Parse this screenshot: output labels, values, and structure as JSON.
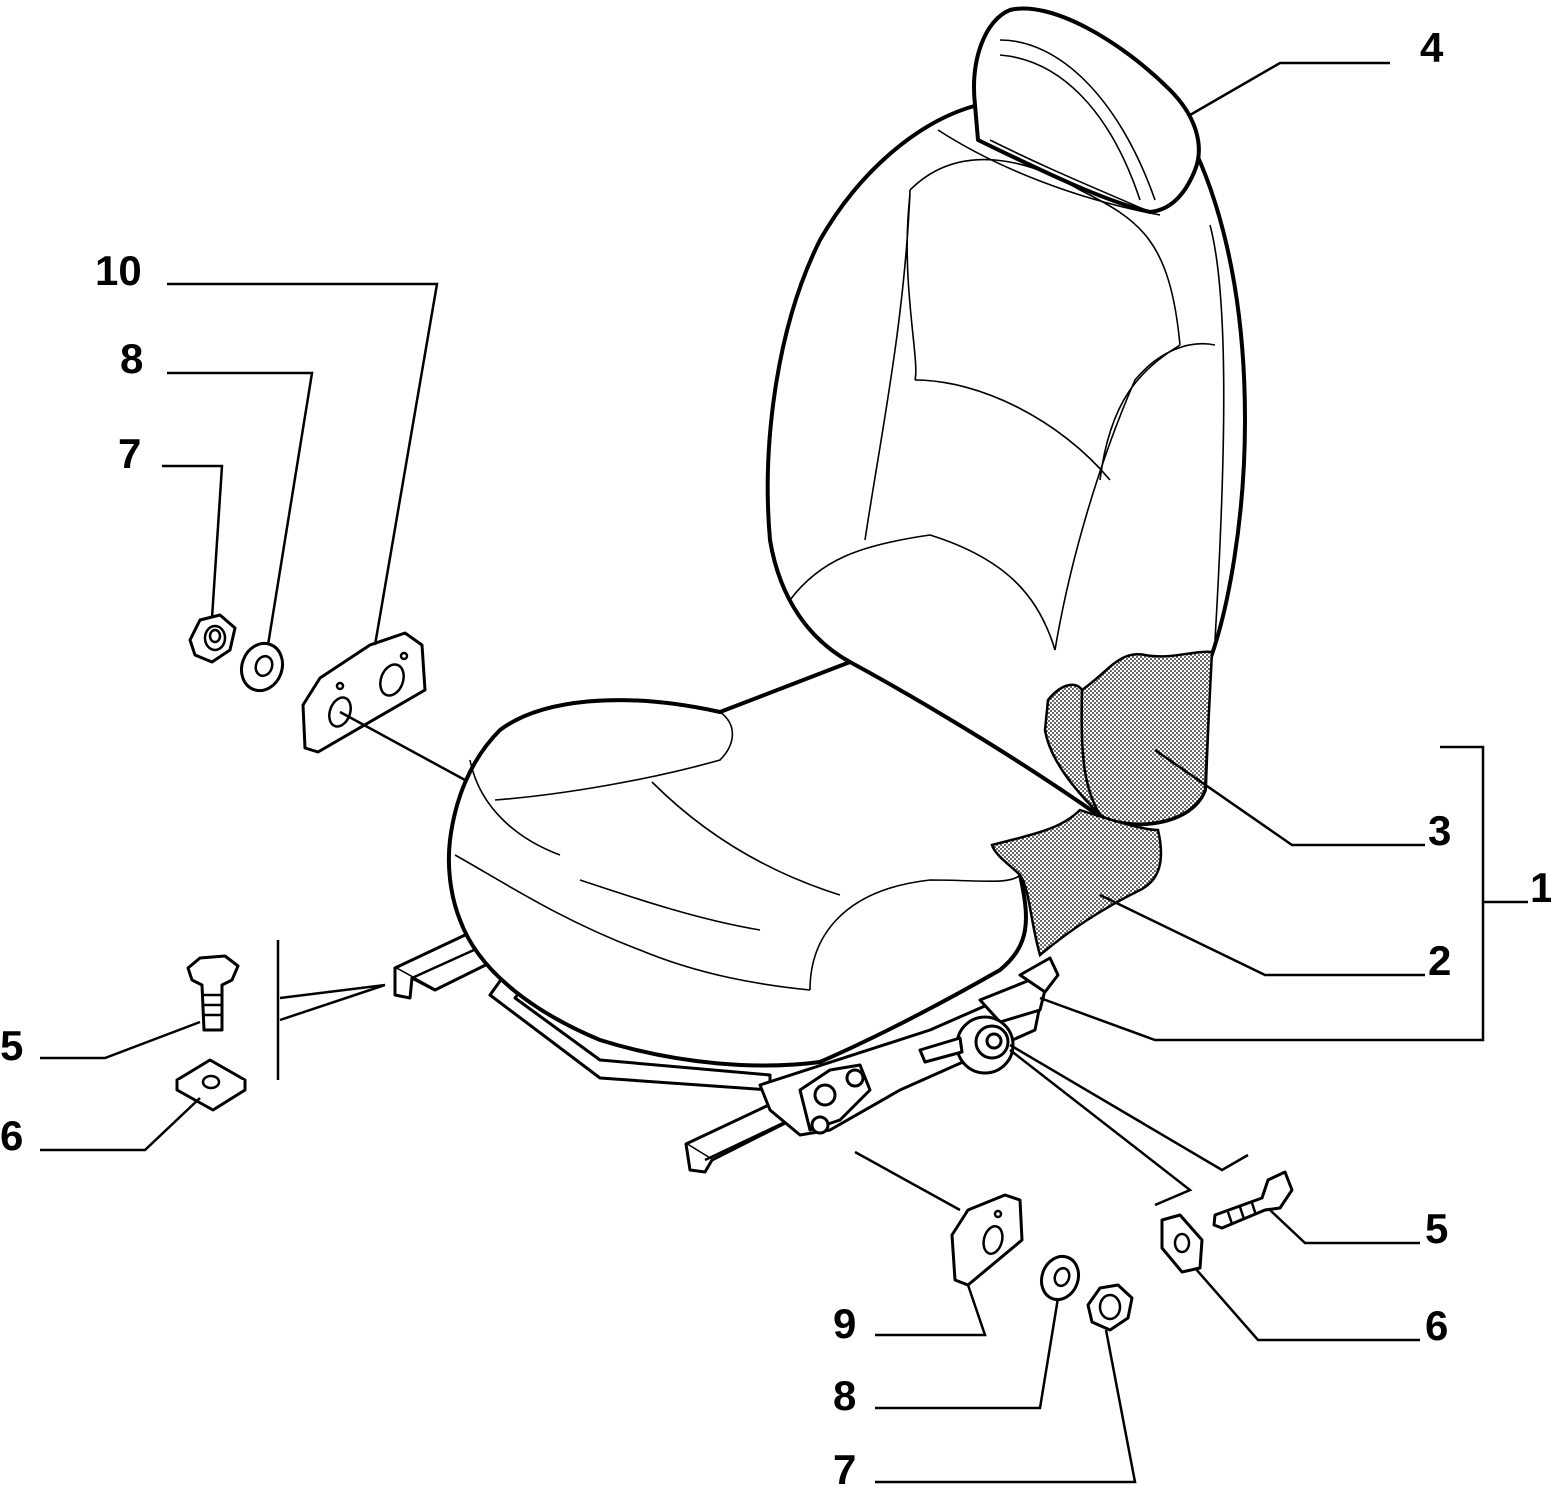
{
  "callouts": [
    {
      "id": "c4",
      "label": "4"
    },
    {
      "id": "c10",
      "label": "10"
    },
    {
      "id": "c8-top",
      "label": "8"
    },
    {
      "id": "c7-top",
      "label": "7"
    },
    {
      "id": "c3",
      "label": "3"
    },
    {
      "id": "c1",
      "label": "1"
    },
    {
      "id": "c2",
      "label": "2"
    },
    {
      "id": "c5-left",
      "label": "5"
    },
    {
      "id": "c6-left",
      "label": "6"
    },
    {
      "id": "c5-right",
      "label": "5"
    },
    {
      "id": "c6-right",
      "label": "6"
    },
    {
      "id": "c9",
      "label": "9"
    },
    {
      "id": "c8-bottom",
      "label": "8"
    },
    {
      "id": "c7-bottom",
      "label": "7"
    }
  ],
  "colors": {
    "line": "#000000",
    "background": "#ffffff",
    "shading": "#000000"
  }
}
